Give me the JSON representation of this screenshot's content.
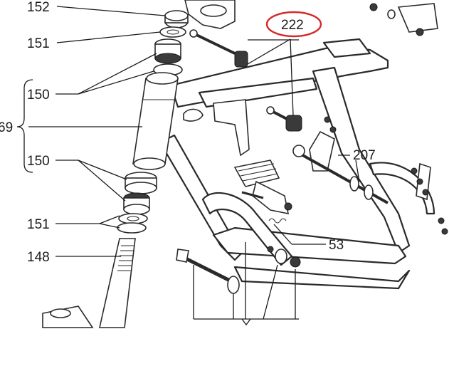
{
  "callouts": {
    "c152": "152",
    "c151_top": "151",
    "c150_top": "150",
    "c69": "69",
    "c150_bottom": "150",
    "c151_bottom": "151",
    "c148": "148",
    "c222": "222",
    "c207": "207",
    "c53": "53"
  },
  "colors": {
    "highlight_ellipse": "#d42a2a",
    "ink": "#1a1a1a"
  }
}
